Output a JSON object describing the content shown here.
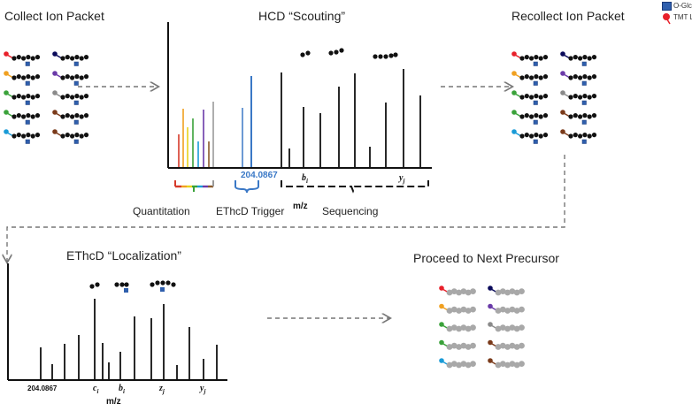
{
  "titles": {
    "collect": "Collect Ion Packet",
    "scouting": "HCD “Scouting”",
    "recollect": "Recollect Ion Packet",
    "localization": "EThcD “Localization”",
    "proceed": "Proceed to Next Precursor"
  },
  "legend": {
    "glcnac": "O-GlcNAc",
    "tmt": "TMT Label",
    "glcnac_color": "#2f5fad",
    "tmt_color": "#e8202a"
  },
  "scouting_chart": {
    "trigger_value": "204.0867",
    "xlabel": "m/z",
    "b_label": "b",
    "b_sub": "i",
    "y_label": "y",
    "y_sub": "j",
    "quantitation": "Quantitation",
    "ethcd_trigger": "EThcD Trigger",
    "sequencing": "Sequencing",
    "reporter_colors": [
      "#d63a2a",
      "#f0a020",
      "#e8d21a",
      "#3aa23a",
      "#1a9bd7",
      "#6a3aa8",
      "#8b5a2b",
      "#999999"
    ],
    "trigger_color": "#3a78c6"
  },
  "localization_chart": {
    "trigger_value": "204.0867",
    "xlabel": "m/z",
    "c_label": "c",
    "c_sub": "i",
    "b_label": "b",
    "b_sub": "i",
    "z_label": "z",
    "z_sub": "j",
    "y_label": "y",
    "y_sub": "j"
  },
  "tag_colors": [
    "#e8202a",
    "#f0a020",
    "#3aa23a",
    "#1a9bd7",
    "#6a3aa8",
    "#8a8a8a",
    "#2a6a3a",
    "#7a3a1a",
    "#0a0a5a"
  ]
}
